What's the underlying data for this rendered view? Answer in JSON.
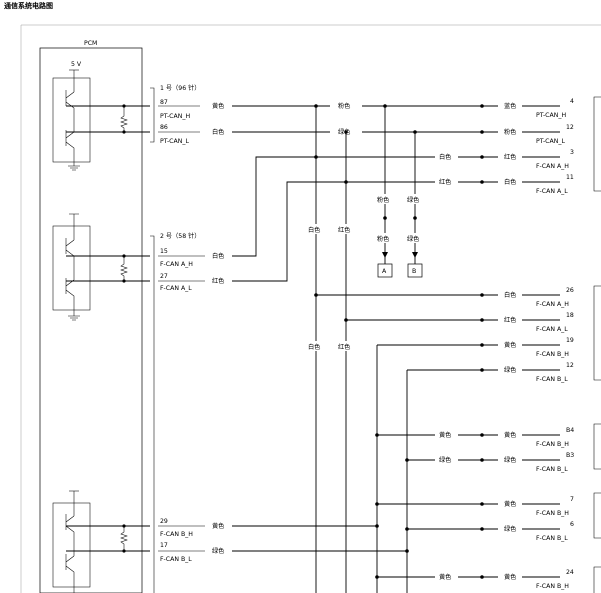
{
  "title": "通信系统电路图",
  "pcm": {
    "label": "PCM",
    "voltage": "5 V"
  },
  "connectors": {
    "c1": "1 号（96 针）",
    "c2": "2 号（58 针）"
  },
  "pcm_pins": [
    {
      "pin": "87",
      "signal": "PT-CAN_H",
      "color": "黄色"
    },
    {
      "pin": "86",
      "signal": "PT-CAN_L",
      "color": "白色"
    },
    {
      "pin": "15",
      "signal": "F-CAN A_H",
      "color": "白色"
    },
    {
      "pin": "27",
      "signal": "F-CAN A_L",
      "color": "红色"
    },
    {
      "pin": "29",
      "signal": "F-CAN B_H",
      "color": "黄色"
    },
    {
      "pin": "17",
      "signal": "F-CAN B_L",
      "color": "绿色"
    }
  ],
  "mid_colors": {
    "pink": "粉色",
    "green": "绿色",
    "white": "白色",
    "red": "红色",
    "yellow": "黄色",
    "blue": "蓝色"
  },
  "branches": {
    "a": "A",
    "b": "B"
  },
  "right_pins": [
    {
      "pin": "4",
      "signal": "PT-CAN_H",
      "color": "蓝色"
    },
    {
      "pin": "12",
      "signal": "PT-CAN_L",
      "color": "粉色"
    },
    {
      "pin": "3",
      "signal": "F-CAN A_H",
      "color": "红色"
    },
    {
      "pin": "11",
      "signal": "F-CAN A_L",
      "color": "白色"
    },
    {
      "pin": "26",
      "signal": "F-CAN A_H",
      "color": "白色"
    },
    {
      "pin": "18",
      "signal": "F-CAN A_L",
      "color": "红色"
    },
    {
      "pin": "19",
      "signal": "F-CAN B_H",
      "color": "黄色"
    },
    {
      "pin": "12",
      "signal": "F-CAN B_L",
      "color": "绿色"
    },
    {
      "pin": "B4",
      "signal": "F-CAN B_H",
      "color": "黄色"
    },
    {
      "pin": "B3",
      "signal": "F-CAN B_L",
      "color": "绿色"
    },
    {
      "pin": "7",
      "signal": "F-CAN B_H",
      "color": "黄色"
    },
    {
      "pin": "6",
      "signal": "F-CAN B_L",
      "color": "绿色"
    },
    {
      "pin": "24",
      "signal": "F-CAN B_H",
      "color": "黄色"
    }
  ]
}
